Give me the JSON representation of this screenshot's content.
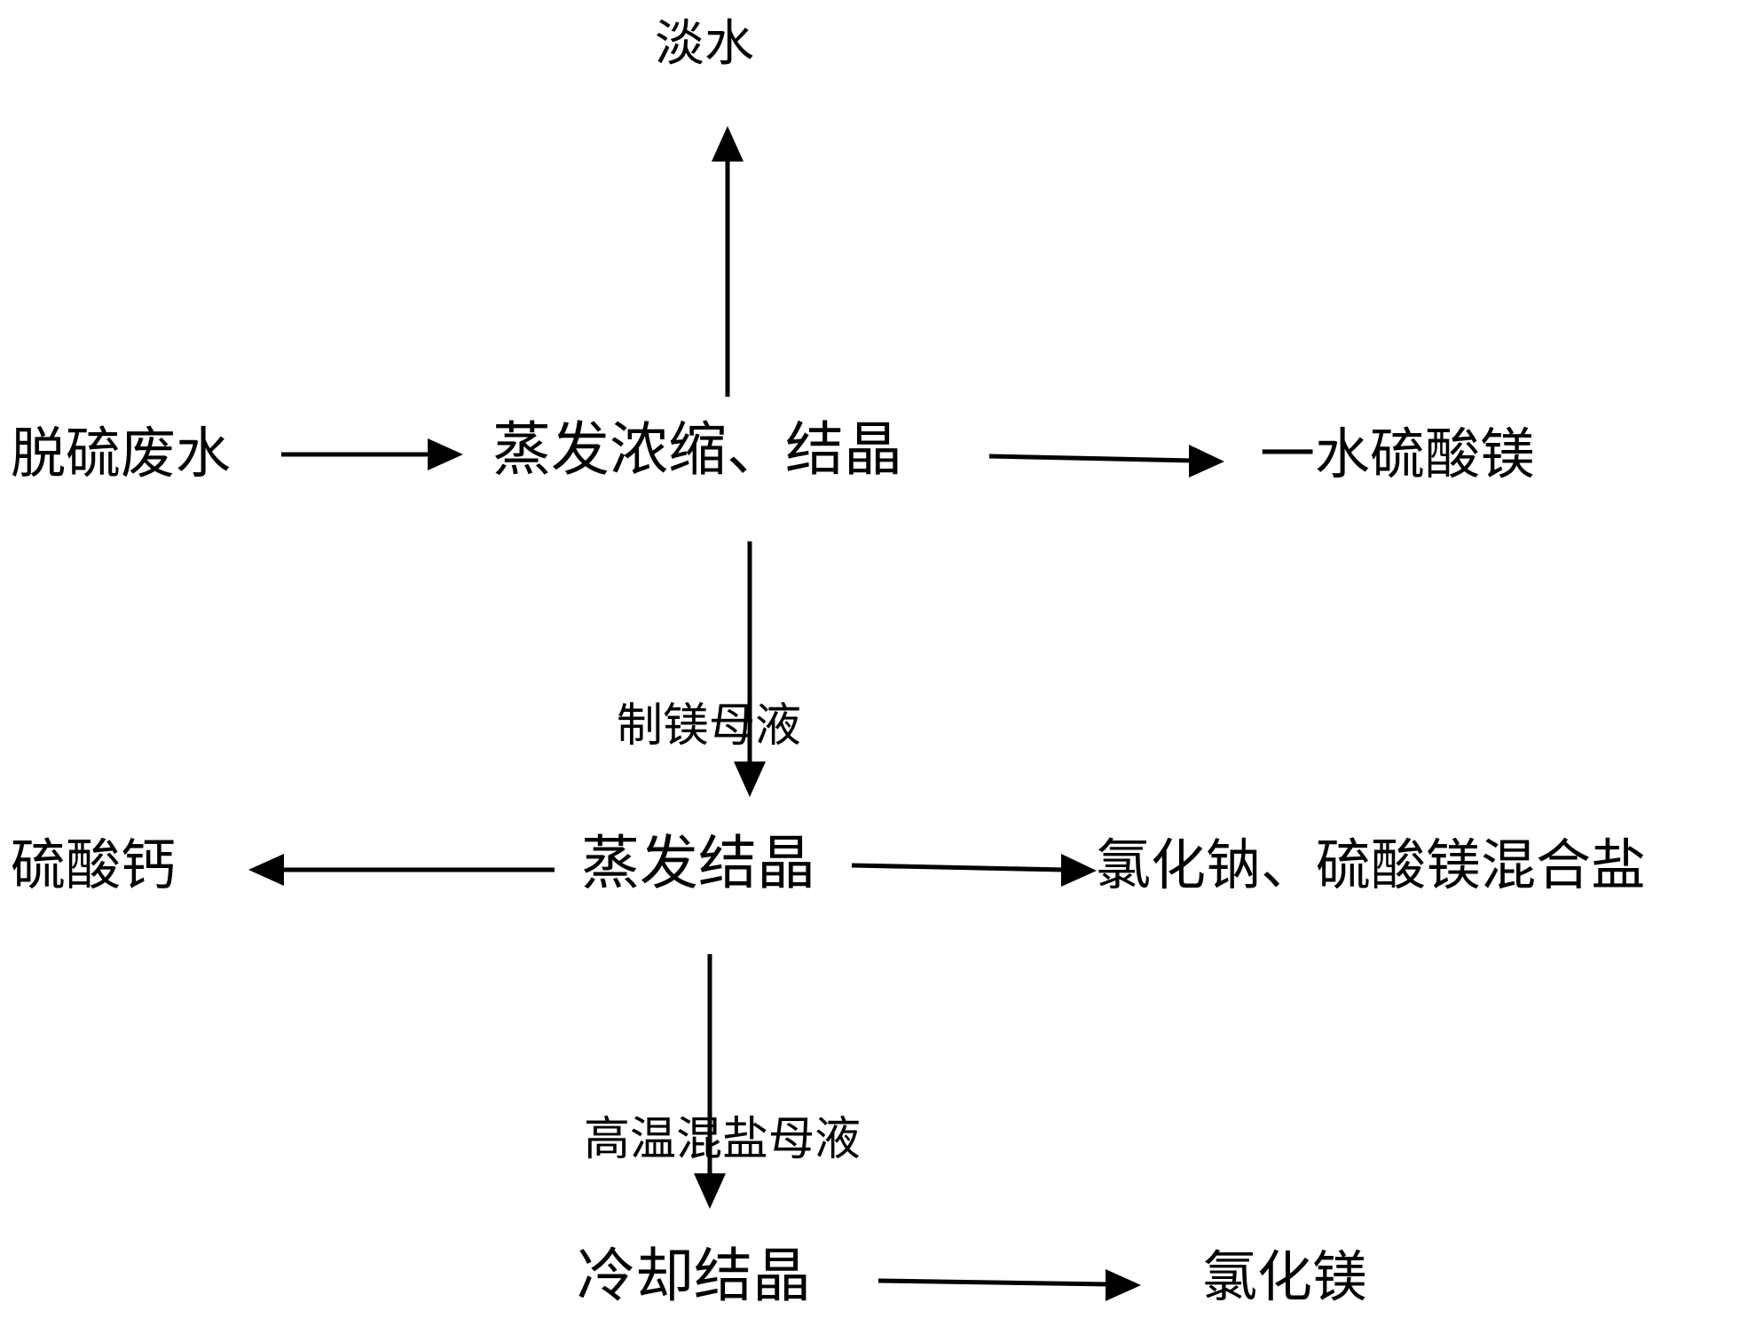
{
  "nodes": {
    "fresh_water": "淡水",
    "desulfurization_wastewater": "脱硫废水",
    "evaporation_concentration_crystallization": "蒸发浓缩、结晶",
    "magnesium_sulfate_monohydrate": "一水硫酸镁",
    "evaporation_crystallization": "蒸发结晶",
    "calcium_sulfate": "硫酸钙",
    "mixed_salt": "氯化钠、硫酸镁混合盐",
    "cooling_crystallization": "冷却结晶",
    "magnesium_chloride": "氯化镁"
  },
  "edge_labels": {
    "magnesium_mother_liquor": "制镁母液",
    "high_temp_mixed_salt_mother_liquor": "高温混盐母液"
  },
  "colors": {
    "line": "#000000",
    "text": "#000000",
    "background": "#ffffff"
  }
}
